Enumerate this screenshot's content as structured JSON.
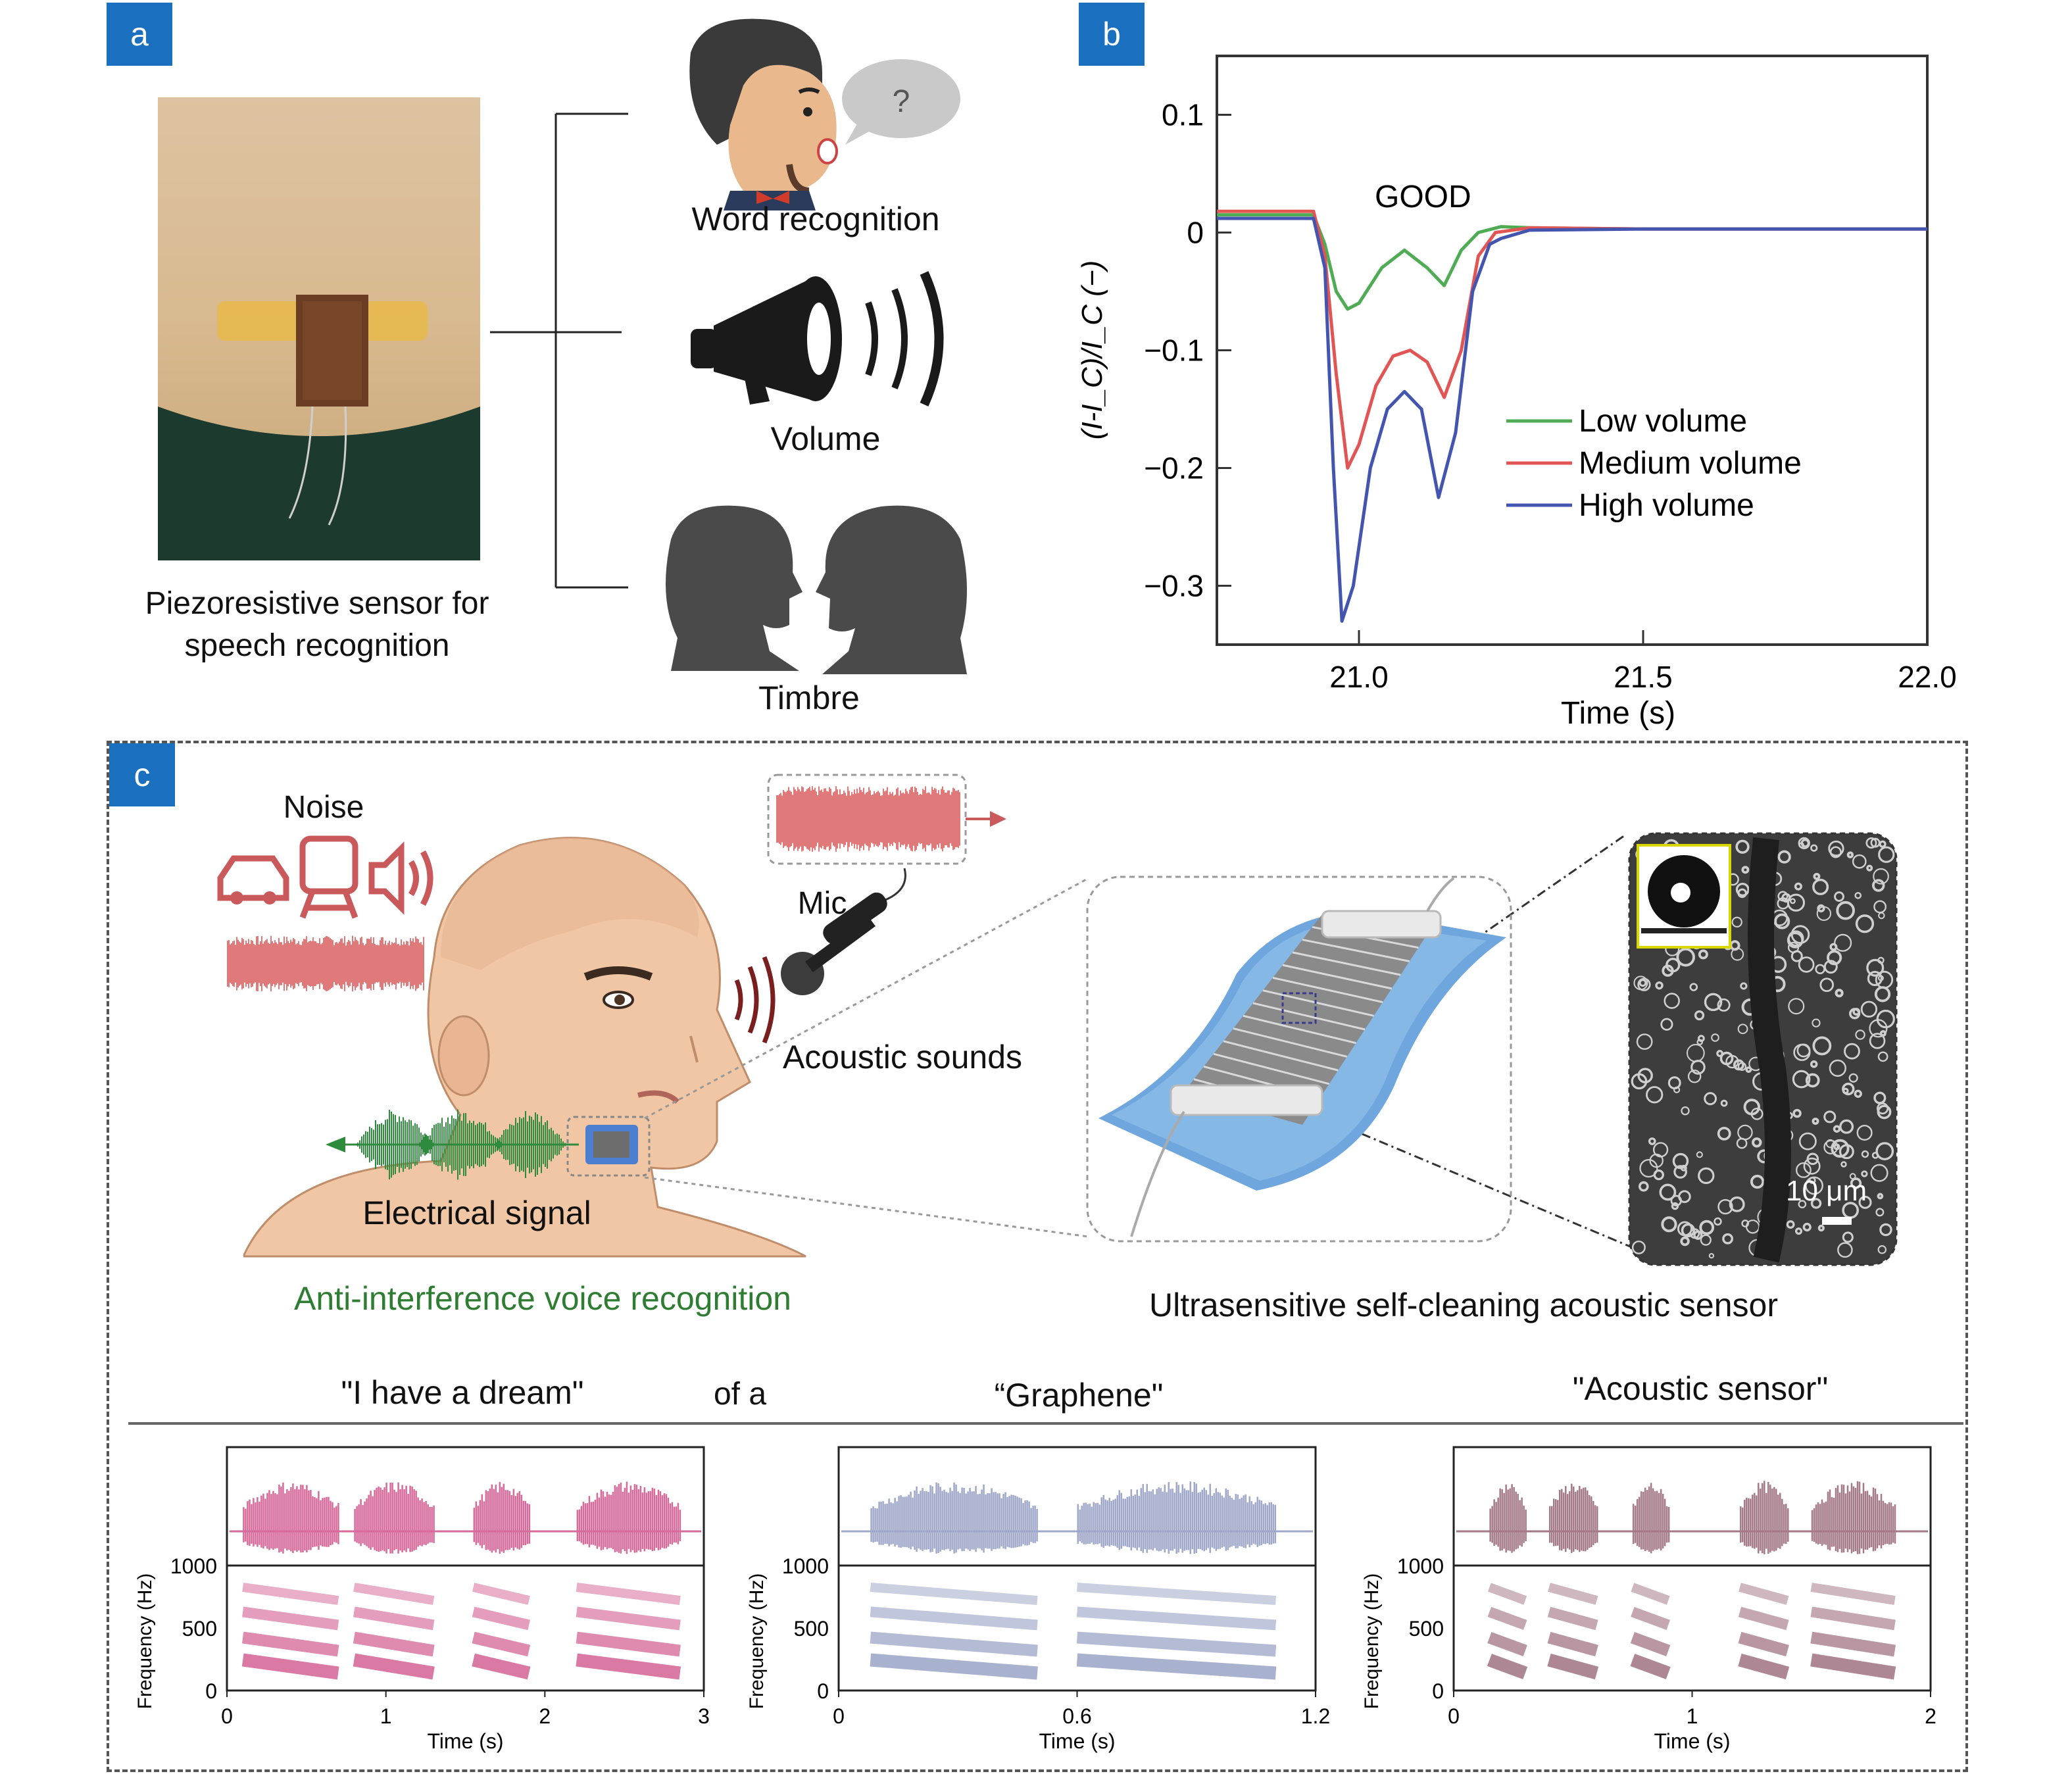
{
  "panels": {
    "a": "a",
    "b": "b",
    "c": "c"
  },
  "panel_a": {
    "caption_line1": "Piezoresistive sensor for",
    "caption_line2": "speech recognition",
    "bubble_mark": "?",
    "items": [
      {
        "label": "Word recognition",
        "icon": "speaker-face-icon"
      },
      {
        "label": "Volume",
        "icon": "megaphone-icon"
      },
      {
        "label": "Timbre",
        "icon": "two-heads-silhouette-icon"
      }
    ]
  },
  "panel_b": {
    "chart_data": {
      "type": "line",
      "annotation": "GOOD",
      "xlabel": "Time (s)",
      "ylabel": "(I-I_C)/I_C (−)",
      "xlim": [
        20.75,
        22.0
      ],
      "ylim": [
        -0.35,
        0.15
      ],
      "xticks": [
        21.0,
        21.5,
        22.0
      ],
      "xtick_labels": [
        "21.0",
        "21.5",
        "22.0"
      ],
      "yticks": [
        0.1,
        0,
        -0.1,
        -0.2,
        -0.3
      ],
      "ytick_labels": [
        "0.1",
        "0",
        "−0.1",
        "−0.2",
        "−0.3"
      ],
      "legend_position": "middle-right",
      "series": [
        {
          "name": "Low volume",
          "color": "#4fac55",
          "x": [
            20.75,
            20.92,
            20.94,
            20.96,
            20.98,
            21.0,
            21.04,
            21.08,
            21.12,
            21.15,
            21.18,
            21.21,
            21.25,
            21.3,
            21.5,
            22.0
          ],
          "y": [
            0.015,
            0.015,
            -0.01,
            -0.05,
            -0.065,
            -0.06,
            -0.03,
            -0.015,
            -0.03,
            -0.045,
            -0.015,
            0.0,
            0.005,
            0.004,
            0.003,
            0.003
          ]
        },
        {
          "name": "Medium volume",
          "color": "#e25555",
          "x": [
            20.75,
            20.92,
            20.94,
            20.96,
            20.98,
            21.0,
            21.03,
            21.06,
            21.09,
            21.12,
            21.15,
            21.18,
            21.21,
            21.24,
            21.3,
            21.5,
            22.0
          ],
          "y": [
            0.018,
            0.018,
            -0.02,
            -0.12,
            -0.2,
            -0.18,
            -0.13,
            -0.105,
            -0.1,
            -0.11,
            -0.14,
            -0.1,
            -0.02,
            0.0,
            0.004,
            0.003,
            0.003
          ]
        },
        {
          "name": "High volume",
          "color": "#4455b0",
          "x": [
            20.75,
            20.92,
            20.94,
            20.955,
            20.97,
            20.99,
            21.02,
            21.05,
            21.08,
            21.11,
            21.14,
            21.17,
            21.2,
            21.23,
            21.25,
            21.3,
            21.5,
            22.0
          ],
          "y": [
            0.012,
            0.012,
            -0.03,
            -0.2,
            -0.33,
            -0.3,
            -0.2,
            -0.15,
            -0.135,
            -0.15,
            -0.225,
            -0.17,
            -0.05,
            -0.01,
            -0.005,
            0.002,
            0.003,
            0.003
          ]
        }
      ]
    }
  },
  "panel_c": {
    "noise_label": "Noise",
    "mic_label": "Mic",
    "acoustic_label": "Acoustic sounds",
    "electrical_label": "Electrical signal",
    "anti_label": "Anti-interference voice recognition",
    "sensor_label": "Ultrasensitive self-cleaning acoustic sensor",
    "scale_label": "10 μm",
    "phrases": [
      "\"I have a dream\"",
      "of a",
      "“Graphene\"",
      "\"Acoustic sensor\""
    ],
    "colors": {
      "noise": "#e07a7a",
      "signal": "#2e8b3e",
      "anti_text": "#2e7d32"
    },
    "spectrograms": {
      "chart_data": [
        {
          "type": "heatmap",
          "title": "\"I have a dream\"",
          "xlabel": "Time (s)",
          "ylabel": "Frequency (Hz)",
          "xlim": [
            0,
            3
          ],
          "ylim": [
            0,
            1000
          ],
          "xticks": [
            "0",
            "1",
            "2",
            "3"
          ],
          "yticks": [
            "0",
            "500",
            "1000"
          ],
          "color": "#d66a9a",
          "segments": [
            [
              0.1,
              0.7
            ],
            [
              0.8,
              1.3
            ],
            [
              1.55,
              1.9
            ],
            [
              2.2,
              2.85
            ]
          ]
        },
        {
          "type": "heatmap",
          "title": "“Graphene\"",
          "xlabel": "Time (s)",
          "ylabel": "Frequency (Hz)",
          "xlim": [
            0,
            1.2
          ],
          "ylim": [
            0,
            1000
          ],
          "xticks": [
            "0",
            "0.6",
            "1.2"
          ],
          "yticks": [
            "0",
            "500",
            "1000"
          ],
          "color": "#9fa8c8",
          "segments": [
            [
              0.08,
              0.5
            ],
            [
              0.6,
              1.1
            ]
          ]
        },
        {
          "type": "heatmap",
          "title": "\"Acoustic sensor\"",
          "xlabel": "Time (s)",
          "ylabel": "Frequency (Hz)",
          "xlim": [
            0,
            2
          ],
          "ylim": [
            0,
            1000
          ],
          "xticks": [
            "0",
            "1",
            "2"
          ],
          "yticks": [
            "0",
            "500",
            "1000"
          ],
          "color": "#a57a88",
          "segments": [
            [
              0.15,
              0.3
            ],
            [
              0.4,
              0.6
            ],
            [
              0.75,
              0.9
            ],
            [
              1.2,
              1.4
            ],
            [
              1.5,
              1.85
            ]
          ]
        }
      ]
    }
  }
}
